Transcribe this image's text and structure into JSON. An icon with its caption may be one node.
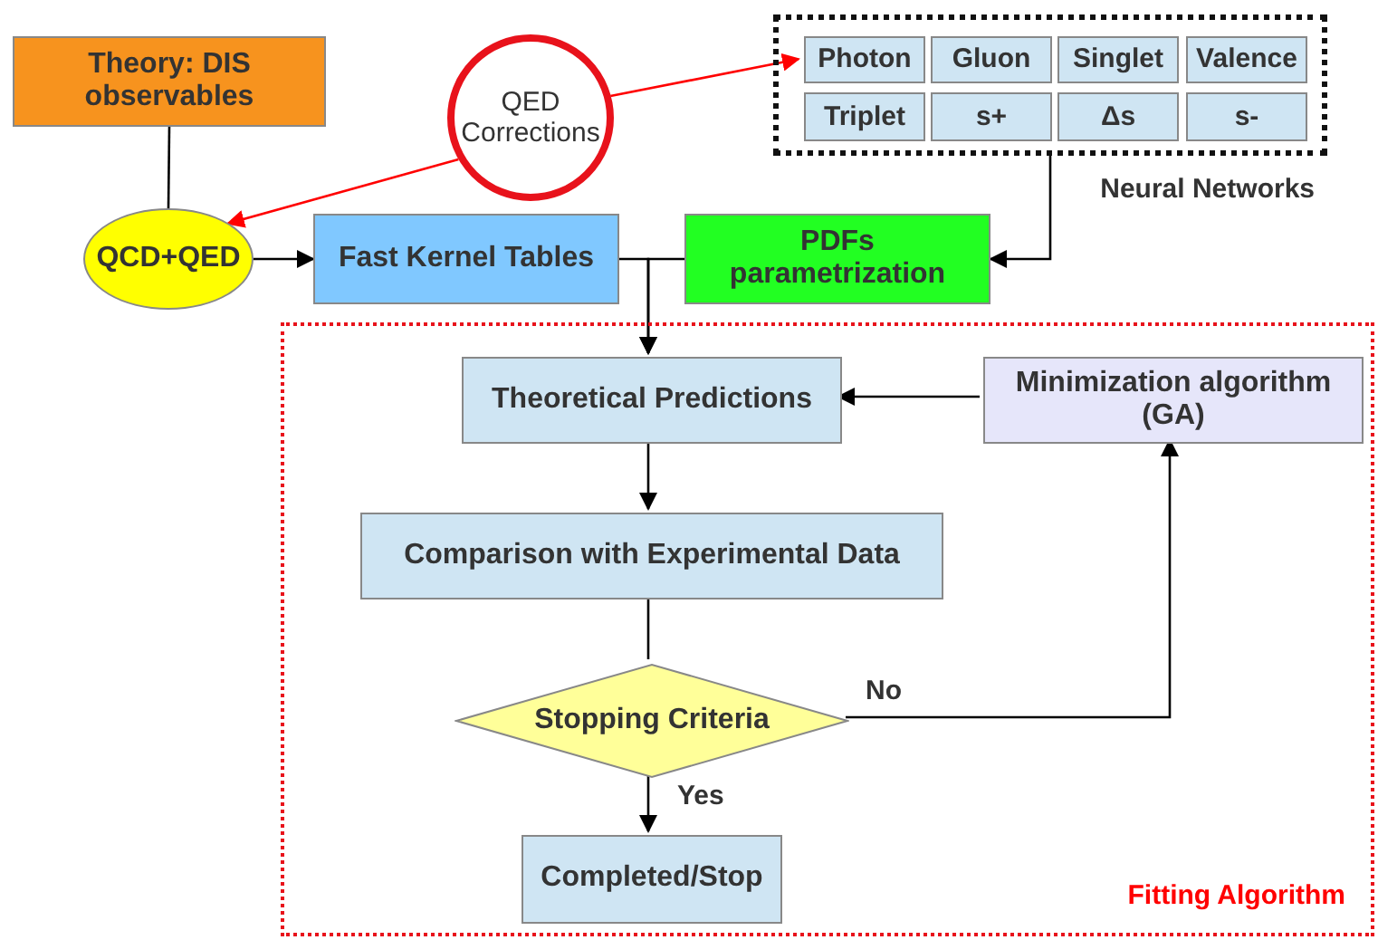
{
  "diagram": {
    "nodes": [
      {
        "text": [
          "Theory: DIS observables"
        ]
      },
      {
        "text": [
          "QED Corrections"
        ]
      },
      {
        "text": [
          "Neural Networks"
        ]
      },
      {
        "text": [
          "Photon"
        ],
        "in": 2
      },
      {
        "text": [
          "Gluon"
        ],
        "in": 2
      },
      {
        "text": [
          "Singlet"
        ],
        "in": 2
      },
      {
        "text": [
          "Valence"
        ],
        "in": 2
      },
      {
        "text": [
          "Triplet"
        ],
        "in": 2
      },
      {
        "text": [
          "s+"
        ],
        "in": 2
      },
      {
        "text": [
          "Δs"
        ],
        "in": 2
      },
      {
        "text": [
          "s-"
        ],
        "in": 2
      },
      {
        "text": [
          "QCD+QED"
        ]
      },
      {
        "text": [
          "Fast Kernel Tables"
        ]
      },
      {
        "text": [
          "PDFs parametrization"
        ]
      },
      {
        "text": [
          "Fitting Algorithm"
        ]
      },
      {
        "text": [
          "Theoretical Predictions"
        ],
        "in": 14
      },
      {
        "text": [
          "Minimization algorithm (GA)"
        ],
        "in": 14
      },
      {
        "text": [
          "Comparison with Experimental Data"
        ],
        "in": 14
      },
      {
        "text": [
          "Stopping Criteria"
        ],
        "in": 14
      },
      {
        "text": [
          "Completed/Stop"
        ],
        "in": 14
      }
    ],
    "edges": [
      {
        "from": 0,
        "to": 11,
        "arrow": "none"
      },
      {
        "from": 1,
        "to": 11,
        "arrow": "to",
        "color": "#ff0000"
      },
      {
        "from": 1,
        "to": 3,
        "arrow": "to",
        "color": "#ff0000"
      },
      {
        "from": 2,
        "to": 13,
        "arrow": "to"
      },
      {
        "from": 11,
        "to": 12,
        "arrow": "to"
      },
      {
        "from": 12,
        "to": 15,
        "arrow": "to"
      },
      {
        "from": 13,
        "to": 15,
        "arrow": "to"
      },
      {
        "from": 16,
        "to": 15,
        "arrow": "to"
      },
      {
        "from": 15,
        "to": 17,
        "arrow": "to"
      },
      {
        "from": 17,
        "to": 18,
        "arrow": "none"
      },
      {
        "from": 18,
        "to": 16,
        "arrow": "to",
        "label": "No"
      },
      {
        "from": 18,
        "to": 19,
        "arrow": "to",
        "label": "Yes"
      }
    ]
  }
}
